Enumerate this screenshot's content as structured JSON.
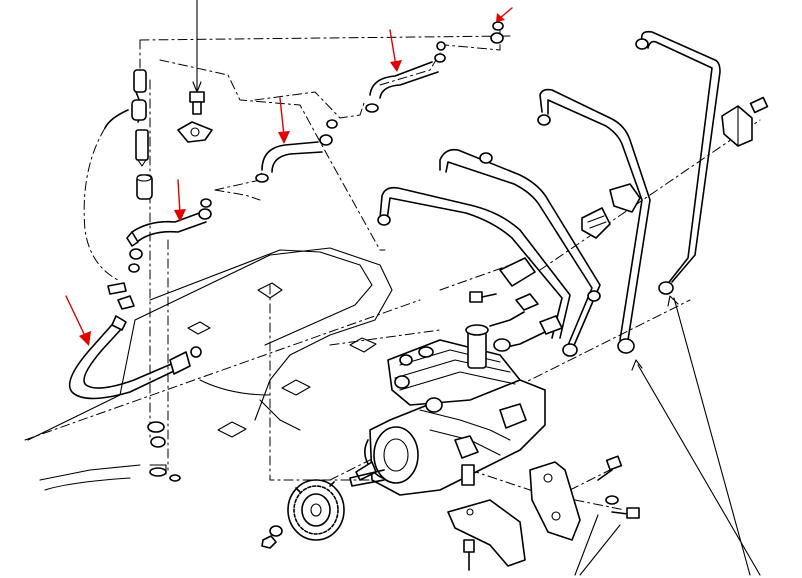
{
  "diagram": {
    "subject": "",
    "colors": {
      "line": "#000000",
      "callout": "#e00000",
      "background": "#ffffff"
    },
    "callout_count": 6,
    "parts": [
      {
        "id": "injection-pump",
        "kind": "pump-body"
      },
      {
        "id": "timing-gear",
        "kind": "gear"
      },
      {
        "id": "injection-pipes",
        "kind": "tubes",
        "count": 4
      },
      {
        "id": "fuel-return-hoses",
        "kind": "hoses",
        "count": 4
      },
      {
        "id": "mounting-bracket",
        "kind": "bracket"
      },
      {
        "id": "pipe-clamps",
        "kind": "clamps",
        "count": 3
      },
      {
        "id": "bolts-nuts",
        "kind": "fasteners"
      }
    ]
  }
}
